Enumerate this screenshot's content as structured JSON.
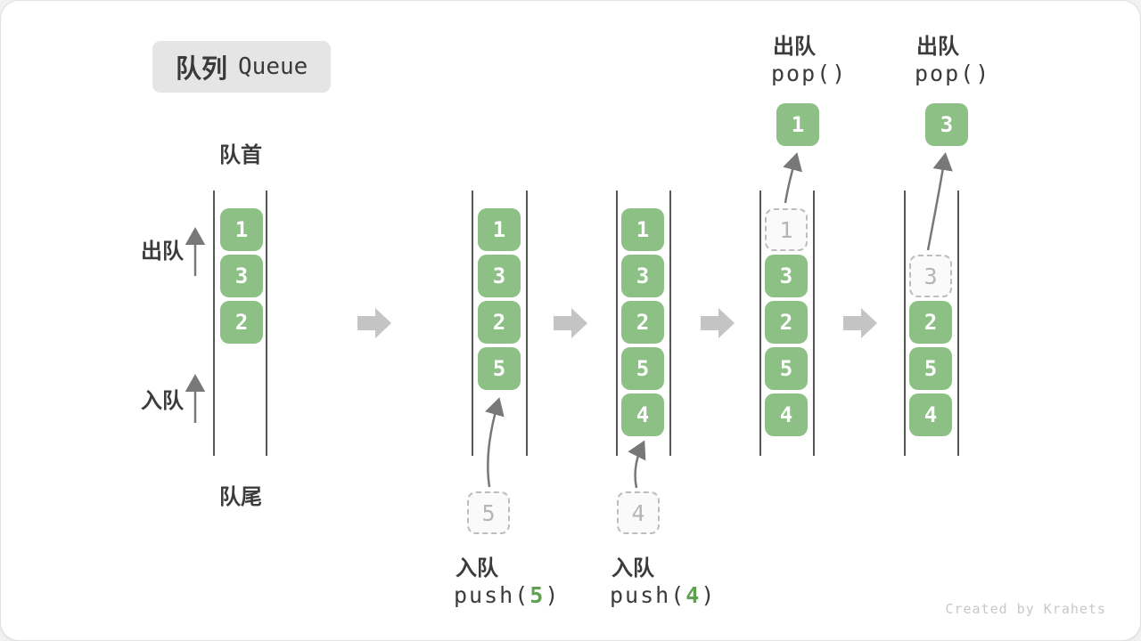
{
  "title": {
    "zh": "队列",
    "en": "Queue"
  },
  "front_label": "队首",
  "rear_label": "队尾",
  "side": {
    "dequeue": "出队",
    "enqueue": "入队"
  },
  "queues": [
    {
      "cells": [
        "1",
        "3",
        "2"
      ]
    },
    {
      "cells": [
        "1",
        "3",
        "2",
        "5"
      ],
      "staging": "5",
      "op": {
        "label": "入队",
        "fn_open": "push(",
        "arg": "5",
        "fn_close": ")"
      }
    },
    {
      "cells": [
        "1",
        "3",
        "2",
        "5",
        "4"
      ],
      "staging": "4",
      "op": {
        "label": "入队",
        "fn_open": "push(",
        "arg": "4",
        "fn_close": ")"
      }
    },
    {
      "ghost": "1",
      "cells": [
        "3",
        "2",
        "5",
        "4"
      ],
      "popped": "1",
      "op": {
        "label": "出队",
        "fn": "pop()"
      }
    },
    {
      "ghost": "3",
      "cells": [
        "2",
        "5",
        "4"
      ],
      "popped": "3",
      "op": {
        "label": "出队",
        "fn": "pop()"
      }
    }
  ],
  "watermark": "Created by Krahets",
  "colors": {
    "cell_green": "#8CC084",
    "code_arg_green": "#5FA052",
    "ghost_border": "#BDBDBD",
    "block_arrow_gray": "#C4C4C4",
    "thin_arrow_gray": "#787878",
    "text_dark": "#3B3B3B",
    "title_bg": "#E5E5E5",
    "watermark_gray": "#C8C8C8"
  }
}
